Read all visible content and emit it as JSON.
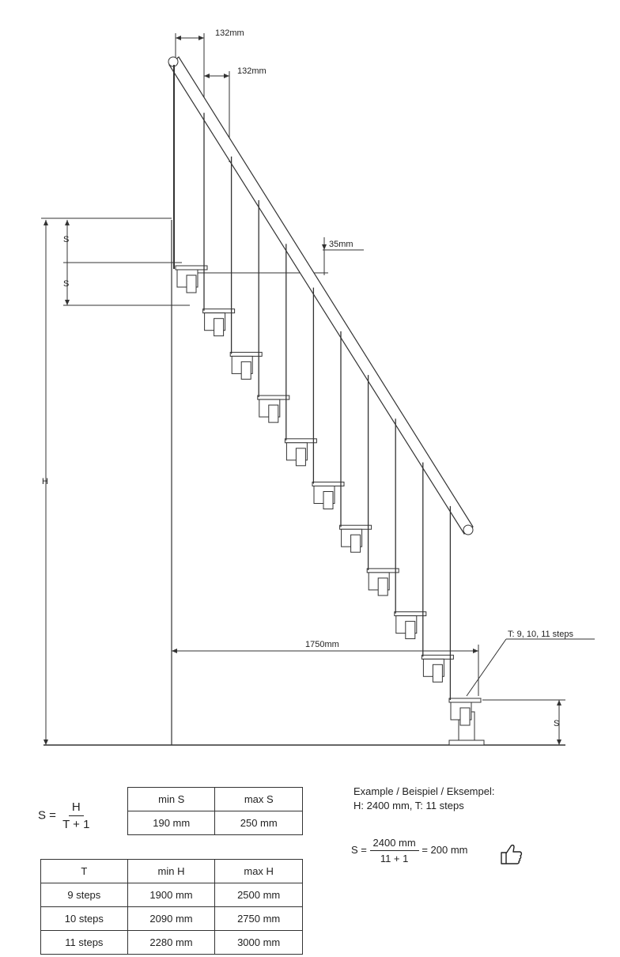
{
  "dimensions": {
    "post_spacing_top": "132mm",
    "post_spacing_second": "132mm",
    "rail_offset": "35mm",
    "run_length": "1750mm",
    "total_height_label": "H",
    "step_height_label": "S",
    "step_height_label_2": "S",
    "step_height_bottom_label": "S",
    "steps_callout": "T: 9, 10, 11 steps"
  },
  "formula": {
    "lhs": "S =",
    "numerator": "H",
    "denominator": "T + 1"
  },
  "table_s": {
    "headers": [
      "min S",
      "max S"
    ],
    "row": [
      "190 mm",
      "250 mm"
    ]
  },
  "table_h": {
    "headers": [
      "T",
      "min H",
      "max H"
    ],
    "rows": [
      [
        "9 steps",
        "1900 mm",
        "2500 mm"
      ],
      [
        "10 steps",
        "2090 mm",
        "2750 mm"
      ],
      [
        "11 steps",
        "2280 mm",
        "3000 mm"
      ]
    ]
  },
  "example": {
    "title": "Example / Beispiel / Eksempel:",
    "given": "H: 2400 mm, T: 11 steps",
    "lhs": "S =",
    "numerator": "2400 mm",
    "denominator": "11 + 1",
    "result": "= 200 mm",
    "icon": "thumbs-up-icon"
  }
}
